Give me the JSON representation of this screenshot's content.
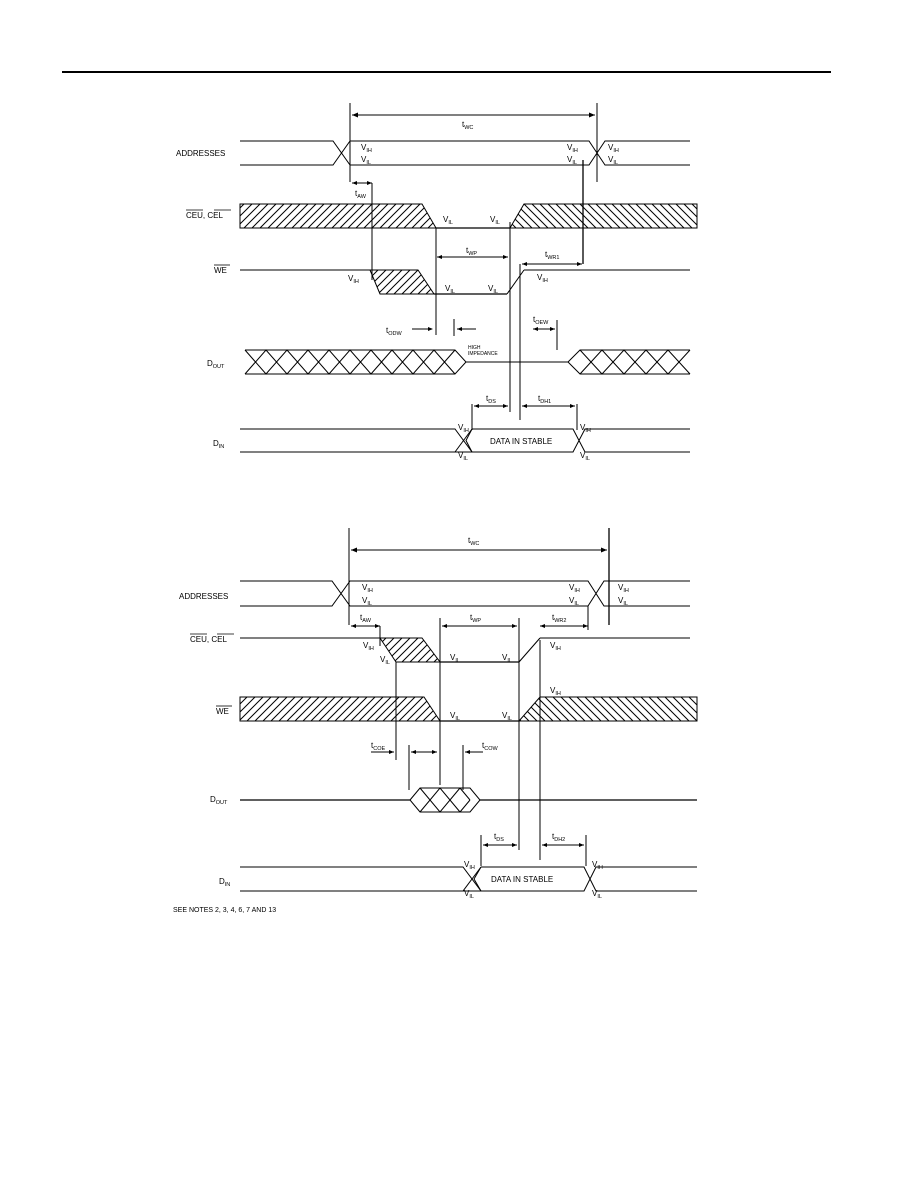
{
  "signals": {
    "addresses": "ADDRESSES",
    "ceu": "CEU",
    "cel": "CEL",
    "we": "WE",
    "dout_main": "D",
    "dout_sub": "OUT",
    "din_main": "D",
    "din_sub": "IN"
  },
  "levels": {
    "v": "V",
    "ih": "IH",
    "il": "IL"
  },
  "timing": {
    "t": "t",
    "wc": "WC",
    "aw": "AW",
    "wp": "WP",
    "wr1": "WR1",
    "wr2": "WR2",
    "odw": "ODW",
    "oew": "OEW",
    "ds": "DS",
    "dh1": "DH1",
    "dh2": "DH2",
    "coe": "COE",
    "cow": "COW"
  },
  "text": {
    "high": "HIGH",
    "impedance": "IMPEDANCE",
    "data_stable": "DATA IN STABLE",
    "notes": "SEE NOTES 2, 3, 4, 6, 7 AND 13"
  },
  "colors": {
    "ink": "#000000",
    "paper": "#ffffff"
  }
}
